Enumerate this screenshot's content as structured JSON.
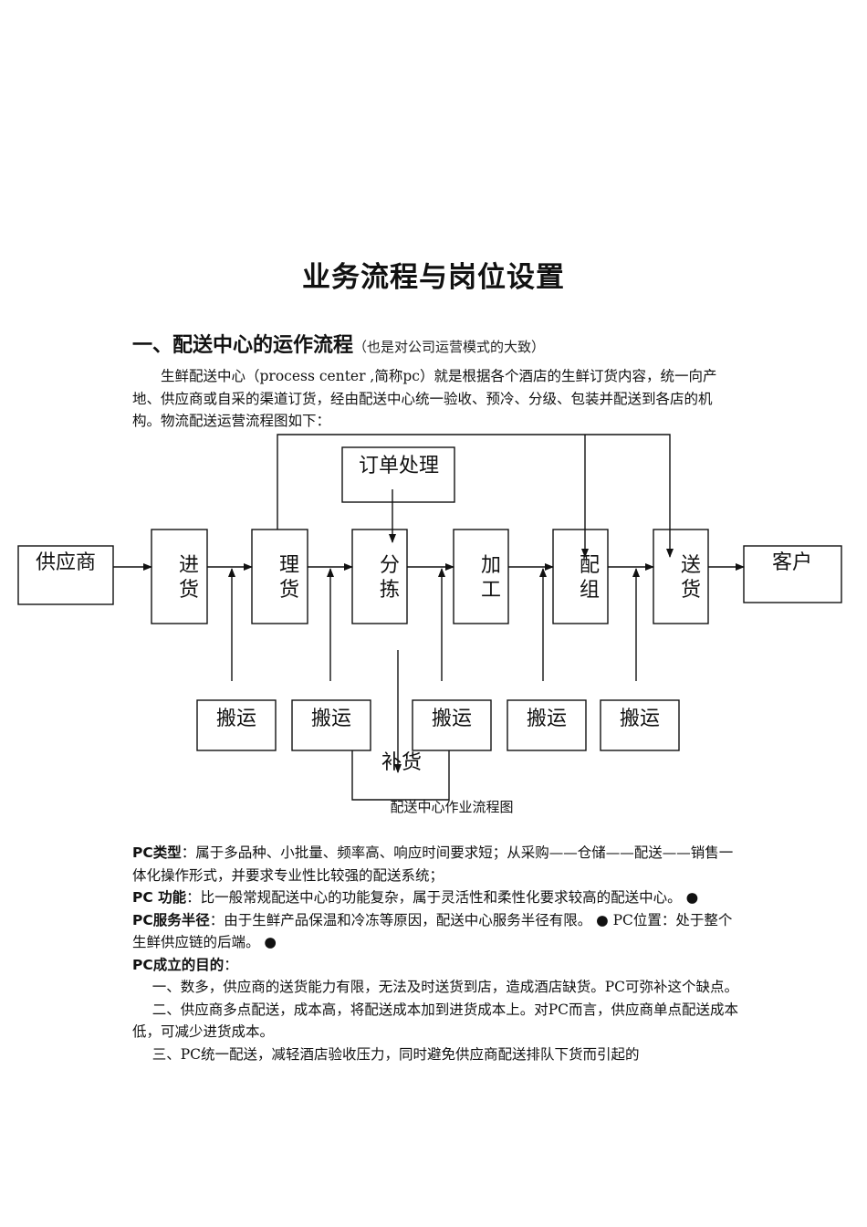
{
  "title": "业务流程与岗位设置",
  "section1": {
    "heading": "一、配送中心的运作流程",
    "heading_note": "（也是对公司运营模式的大致）",
    "intro": "生鲜配送中心（process center ,简称pc）就是根据各个酒店的生鲜订货内容，统一向产地、供应商或自采的渠道订货，经由配送中心统一验收、预冷、分级、包装并配送到各店的机构。物流配送运营流程图如下："
  },
  "diagram": {
    "supplier": "供应商",
    "customer": "客户",
    "order": "订单处理",
    "replenish": "补货",
    "steps": [
      {
        "top": "进",
        "bottom": "货"
      },
      {
        "top": "理",
        "bottom": "货"
      },
      {
        "top": "分",
        "bottom": "拣"
      },
      {
        "top": "加",
        "bottom": "工"
      },
      {
        "top": "配",
        "bottom": "组"
      },
      {
        "top": "送",
        "bottom": "货"
      }
    ],
    "transport": [
      "搬运",
      "搬运",
      "搬运",
      "搬运",
      "搬运"
    ],
    "caption": "配送中心作业流程图"
  },
  "pc": {
    "type_label": "PC类型",
    "type_text": "：属于多品种、小批量、频率高、响应时间要求短；从采购——仓储——配送——销售一体化操作形式，并要求专业性比较强的配送系统；",
    "func_label": "PC 功能",
    "func_text": "：比一般常规配送中心的功能复杂，属于灵活性和柔性化要求较高的配送中心。 ●",
    "radius_label": "PC服务半径",
    "radius_text": "：由于生鲜产品保温和冷冻等原因，配送中心服务半径有限。 ● PC位置：处于整个生鲜供应链的后端。 ●",
    "purpose_label": "PC成立的目的",
    "purpose_colon": "：",
    "purposes": [
      "一、数多，供应商的送货能力有限，无法及时送货到店，造成酒店缺货。PC可弥补这个缺点。",
      "二、供应商多点配送，成本高，将配送成本加到进货成本上。对PC而言，供应商单点配送成本低，可减少进货成本。",
      "三、PC统一配送，减轻酒店验收压力，同时避免供应商配送排队下货而引起的"
    ]
  }
}
